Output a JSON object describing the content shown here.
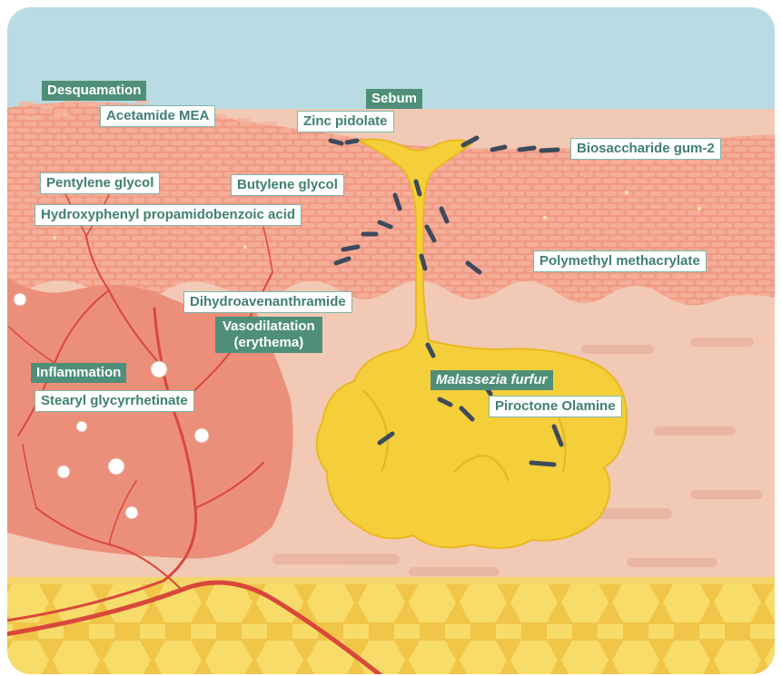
{
  "labels": {
    "desquamation": "Desquamation",
    "acetamide": "Acetamide MEA",
    "sebum": "Sebum",
    "zinc": "Zinc pidolate",
    "biosaccharide": "Biosaccharide gum-2",
    "pentylene": "Pentylene glycol",
    "butylene": "Butylene glycol",
    "hydroxyphenyl": "Hydroxyphenyl propamidobenzoic acid",
    "polymethyl": "Polymethyl methacrylate",
    "dihydro": "Dihydroavenanthramide",
    "vasodilatation_line1": "Vasodilatation",
    "vasodilatation_line2": "(erythema)",
    "inflammation": "Inflammation",
    "stearyl": "Stearyl glycyrrhetinate",
    "malassezia": "Malassezia furfur",
    "piroctone": "Piroctone Olamine"
  },
  "colors": {
    "sky": "#b8dbe4",
    "epidermis": "#f3a48f",
    "dermis": "#f2c9b5",
    "inflamed": "#ec8f7a",
    "vessel": "#d9473b",
    "sebum": "#f4cf3a",
    "fat": "#f6d55f",
    "malassezia": "#3d4a5c",
    "label_green": "#4f8f79",
    "label_border": "#7fb6a8"
  }
}
